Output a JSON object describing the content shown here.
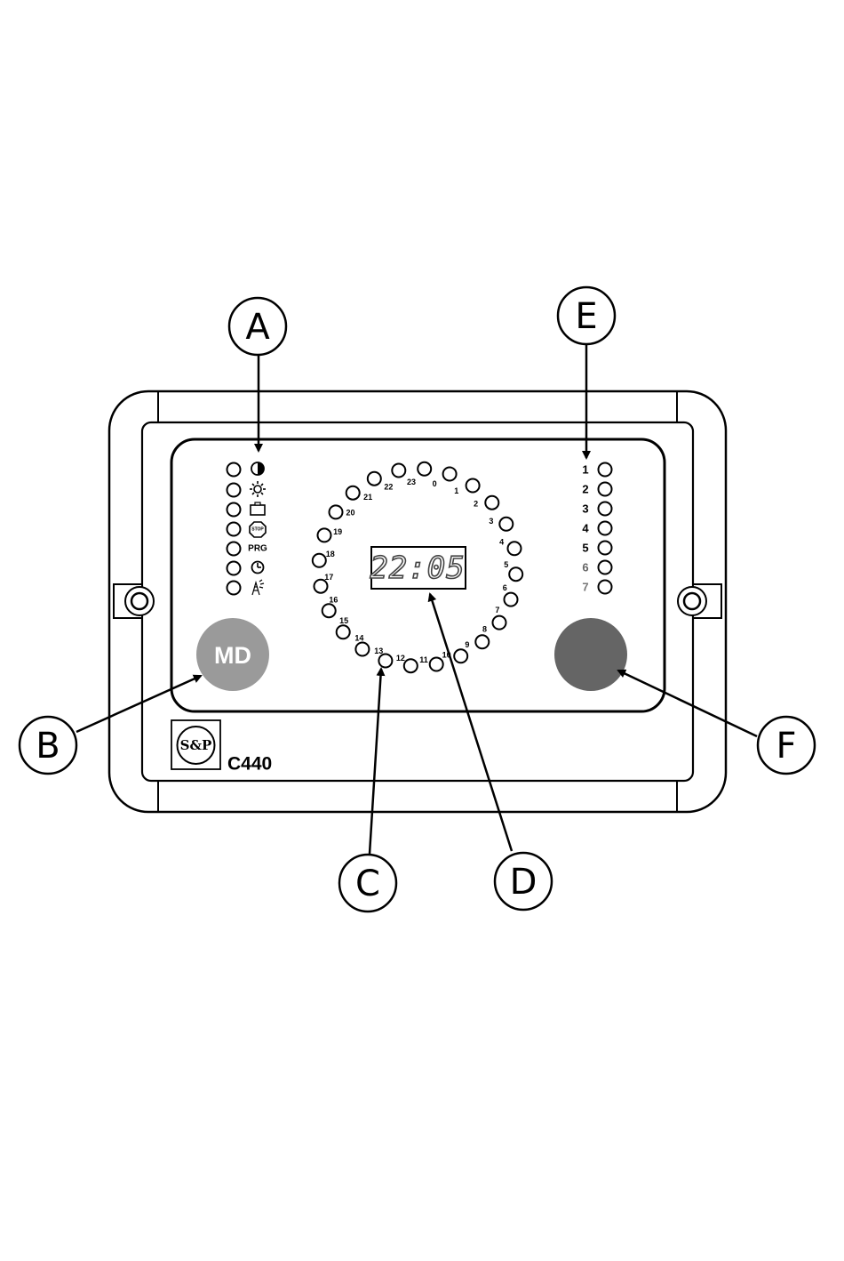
{
  "callouts": {
    "a": "A",
    "b": "B",
    "c": "C",
    "d": "D",
    "e": "E",
    "f": "F"
  },
  "status_panel": {
    "prg_label": "PRG",
    "stop_label": "STOP",
    "icons": [
      "half-circle-icon",
      "sun-icon",
      "suitcase-icon",
      "stop-sign-icon",
      "prg-label",
      "clock-icon",
      "sprinkler-icon"
    ]
  },
  "hour_ring": {
    "labels": [
      "0",
      "1",
      "2",
      "3",
      "4",
      "5",
      "6",
      "7",
      "8",
      "9",
      "10",
      "11",
      "12",
      "13",
      "14",
      "15",
      "16",
      "17",
      "18",
      "19",
      "20",
      "21",
      "22",
      "23"
    ]
  },
  "display": {
    "time": "22:05"
  },
  "md_button": {
    "label": "MD",
    "color": "#9a9a9a"
  },
  "right_button": {
    "color": "#656565"
  },
  "day_column": {
    "labels": [
      "1",
      "2",
      "3",
      "4",
      "5",
      "6",
      "7"
    ],
    "colors": [
      "#000000",
      "#000000",
      "#000000",
      "#000000",
      "#000000",
      "#666666",
      "#777777"
    ]
  },
  "brand": {
    "logo": "S&P",
    "model": "C440"
  }
}
